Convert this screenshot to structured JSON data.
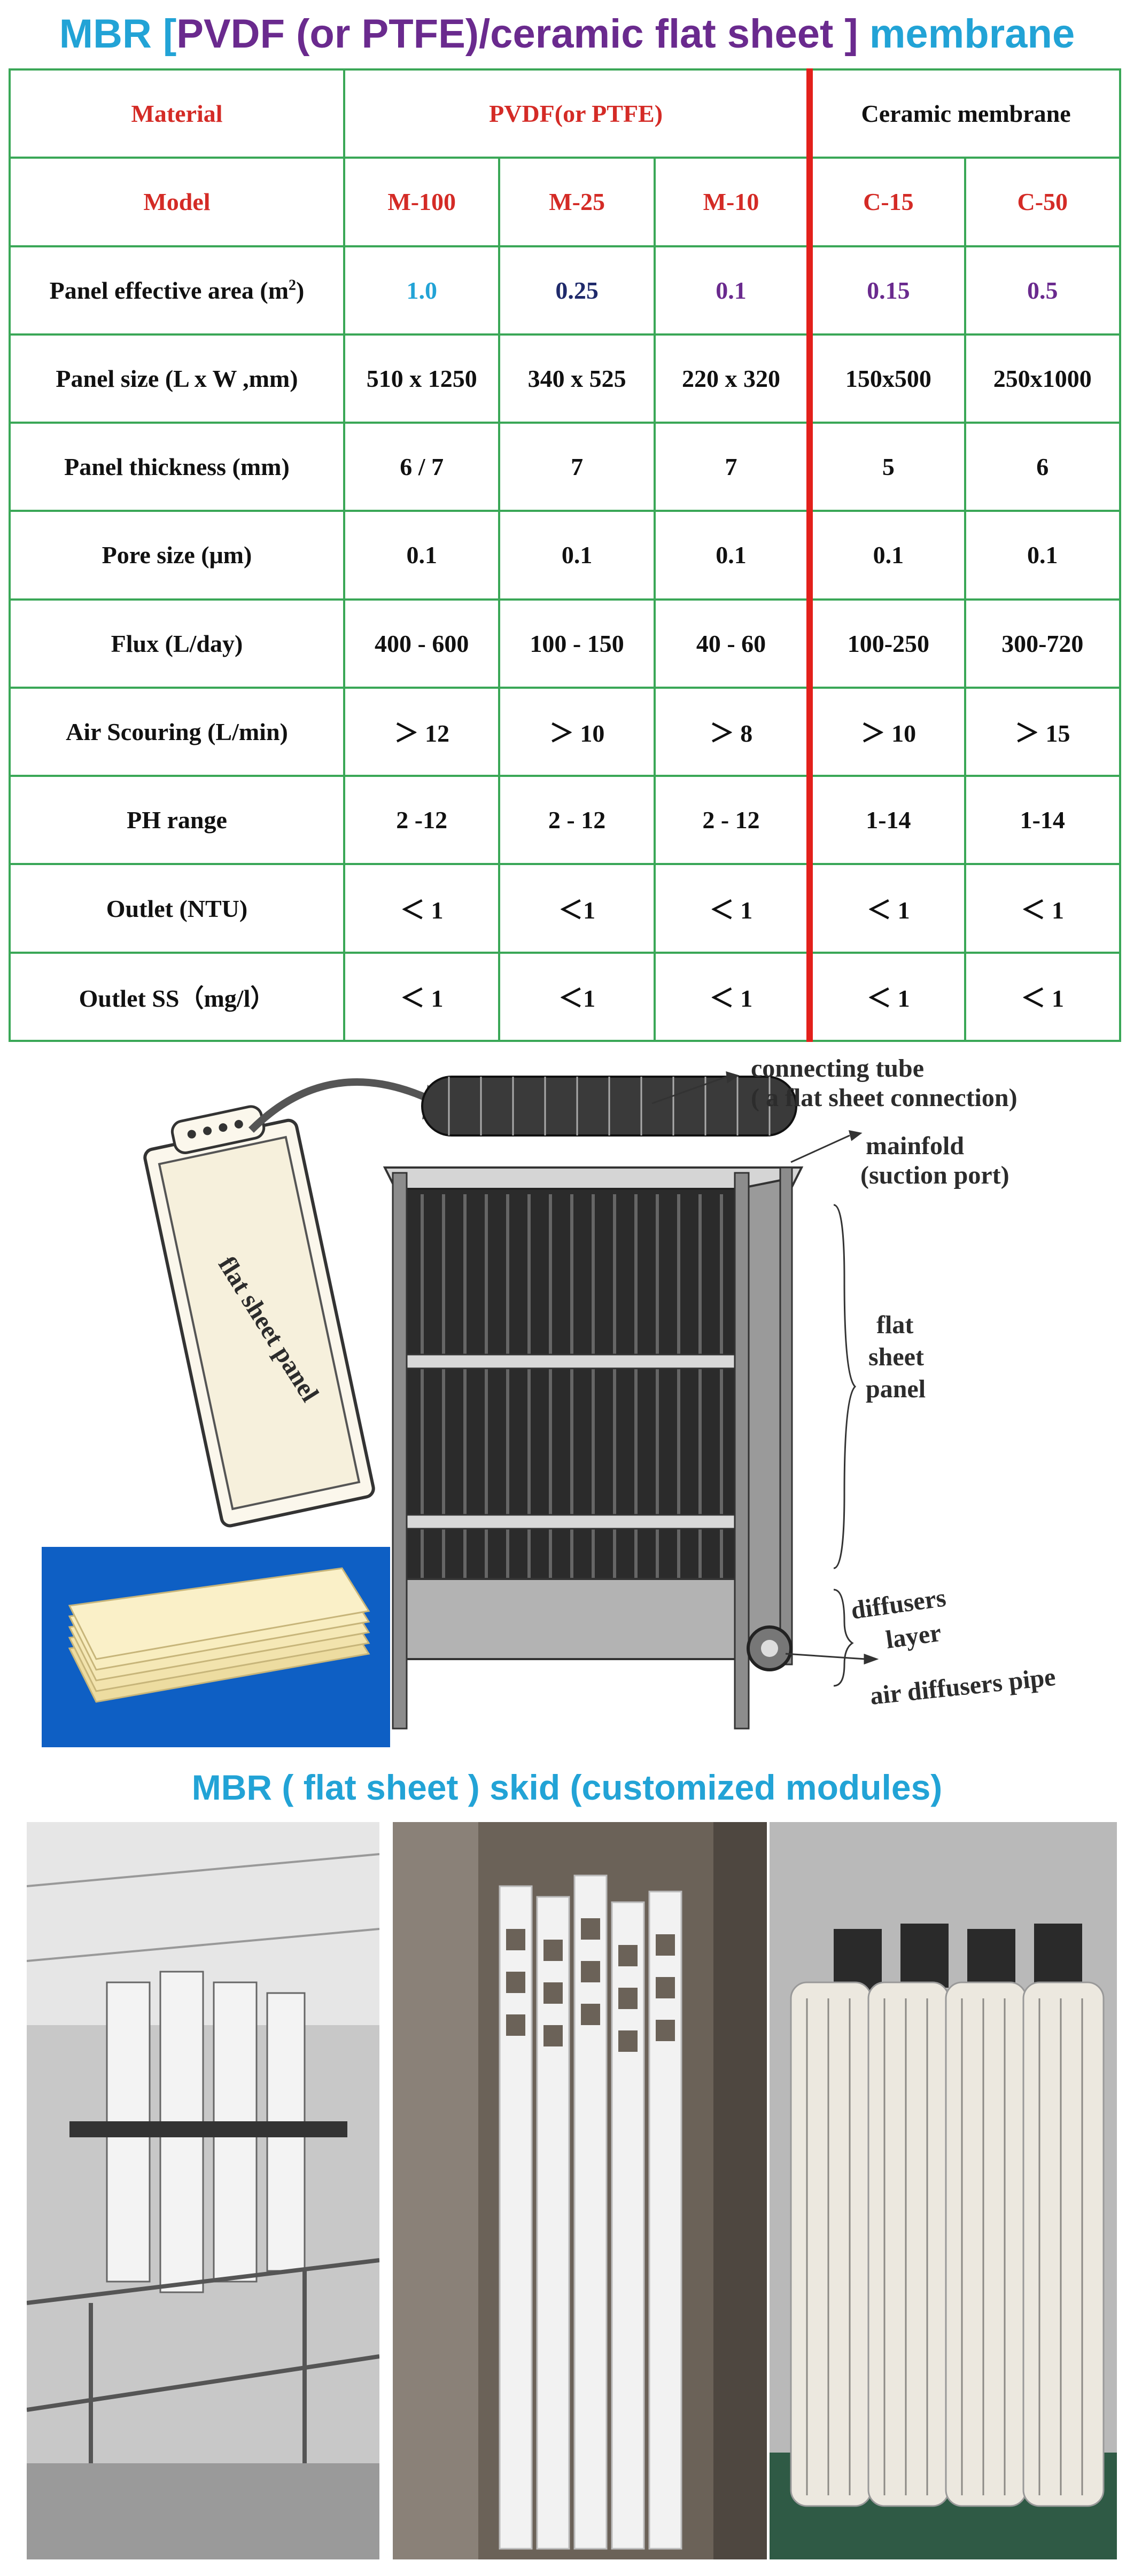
{
  "title": {
    "part1": "MBR [",
    "part2": "PVDF (or PTFE)/ceramic flat sheet ]",
    "part3": " membrane"
  },
  "table": {
    "material_label": "Material",
    "pvdf_group": "PVDF(or PTFE)",
    "ceramic_group": "Ceramic membrane",
    "model_label": "Model",
    "models": [
      "M-100",
      "M-25",
      "M-10",
      "C-15",
      "C-50"
    ],
    "area_label": "Panel effective area (m",
    "area_sup": "2",
    "area_close": ")",
    "area_values": [
      "1.0",
      "0.25",
      "0.1",
      "0.15",
      "0.5"
    ],
    "area_colors": [
      "#22a3d6",
      "#1f2a6b",
      "#6a2a8e",
      "#6a2a8e",
      "#6a2a8e"
    ],
    "rows": [
      {
        "label": "Panel size (L x W ,mm)",
        "values": [
          "510 x 1250",
          "340 x 525",
          "220 x 320",
          "150x500",
          "250x1000"
        ]
      },
      {
        "label": "Panel thickness (mm)",
        "values": [
          "6 / 7",
          "7",
          "7",
          "5",
          "6"
        ]
      },
      {
        "label": "Pore size (μm)",
        "values": [
          "0.1",
          "0.1",
          "0.1",
          "0.1",
          "0.1"
        ]
      },
      {
        "label": "Flux (L/day)",
        "values": [
          "400 - 600",
          "100 - 150",
          "40 - 60",
          "100-250",
          "300-720"
        ]
      },
      {
        "label": "Air Scouring (L/min)",
        "values": [
          "＞ 12",
          "＞ 10",
          "＞ 8",
          "＞ 10",
          "＞ 15"
        ]
      },
      {
        "label": "PH range",
        "values": [
          "2 -12",
          "2 - 12",
          "2 - 12",
          "1-14",
          "1-14"
        ]
      },
      {
        "label": "Outlet (NTU)",
        "values": [
          "＜ 1",
          "＜1",
          "＜ 1",
          "＜ 1",
          "＜ 1"
        ]
      },
      {
        "label": "Outlet SS（mg/l）",
        "values": [
          "＜ 1",
          "＜1",
          "＜ 1",
          "＜ 1",
          "＜ 1"
        ]
      }
    ]
  },
  "diagram": {
    "connecting_tube_1": "connecting tube",
    "connecting_tube_2": "( a flat sheet connection)",
    "manifold_1": "mainfold",
    "manifold_2": "(suction port)",
    "panel_1": "flat",
    "panel_2": "sheet",
    "panel_3": "panel",
    "diffusers_1": "diffusers",
    "diffusers_2": "layer",
    "air_pipe": "air diffusers pipe",
    "flat_sheet_panel": "flat sheet panel"
  },
  "skid_title": "MBR ( flat sheet ) skid (customized modules)"
}
